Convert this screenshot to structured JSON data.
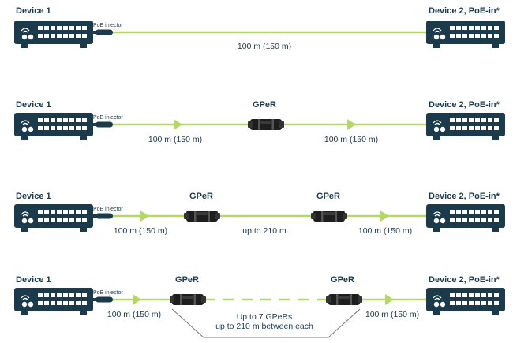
{
  "colors": {
    "cable": "#b5d76a",
    "device_body": "#1b3a4b",
    "port": "#ffffff",
    "text": "#1b3a4b",
    "bracket": "#777777"
  },
  "icons": {
    "device": "network-switch-icon",
    "injector": "poe-injector-icon",
    "gper": "gper-adapter-icon",
    "arrow": "flow-arrow-icon"
  },
  "rows": [
    {
      "device1": "Device 1",
      "injector": "PoE injector",
      "device2": "Device 2, PoE-in*",
      "segments": [
        "100 m (150 m)"
      ]
    },
    {
      "device1": "Device 1",
      "injector": "PoE injector",
      "device2": "Device 2, PoE-in*",
      "gpers": [
        "GPeR"
      ],
      "segments": [
        "100 m (150 m)",
        "100 m (150 m)"
      ]
    },
    {
      "device1": "Device 1",
      "injector": "PoE injector",
      "device2": "Device 2, PoE-in*",
      "gpers": [
        "GPeR",
        "GPeR"
      ],
      "segments": [
        "100 m (150 m)",
        "up to 210 m",
        "100 m (150 m)"
      ]
    },
    {
      "device1": "Device 1",
      "injector": "PoE injector",
      "device2": "Device 2, PoE-in*",
      "gpers": [
        "GPeR",
        "GPeR"
      ],
      "segments": [
        "100 m (150 m)",
        "100 m (150 m)"
      ],
      "note": [
        "Up to 7 GPeRs",
        "up to 210 m between each"
      ]
    }
  ]
}
